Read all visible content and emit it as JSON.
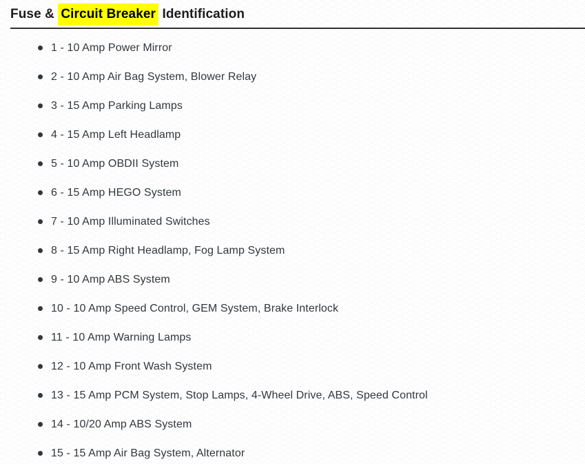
{
  "header": {
    "title_prefix": "Fuse & ",
    "title_highlight": "Circuit Breaker",
    "title_suffix": " Identification",
    "highlight_color": "#ffff00",
    "title_text_color": "#1b1b1b"
  },
  "fuse_list": {
    "items": [
      "1 - 10 Amp Power Mirror",
      "2 - 10 Amp Air Bag System, Blower Relay",
      "3 - 15 Amp Parking Lamps",
      "4 - 15 Amp Left Headlamp",
      "5 - 10 Amp OBDII System",
      "6 - 15 Amp HEGO System",
      "7 - 10 Amp Illuminated Switches",
      "8 - 15 Amp Right Headlamp, Fog Lamp System",
      "9 - 10 Amp ABS System",
      "10 - 10 Amp Speed Control, GEM System, Brake Interlock",
      "11 - 10 Amp Warning Lamps",
      "12 - 10 Amp Front Wash System",
      "13 - 15 Amp PCM System, Stop Lamps, 4-Wheel Drive, ABS, Speed Control",
      "14 - 10/20 Amp ABS System",
      "15 - 15 Amp Air Bag System, Alternator"
    ]
  }
}
